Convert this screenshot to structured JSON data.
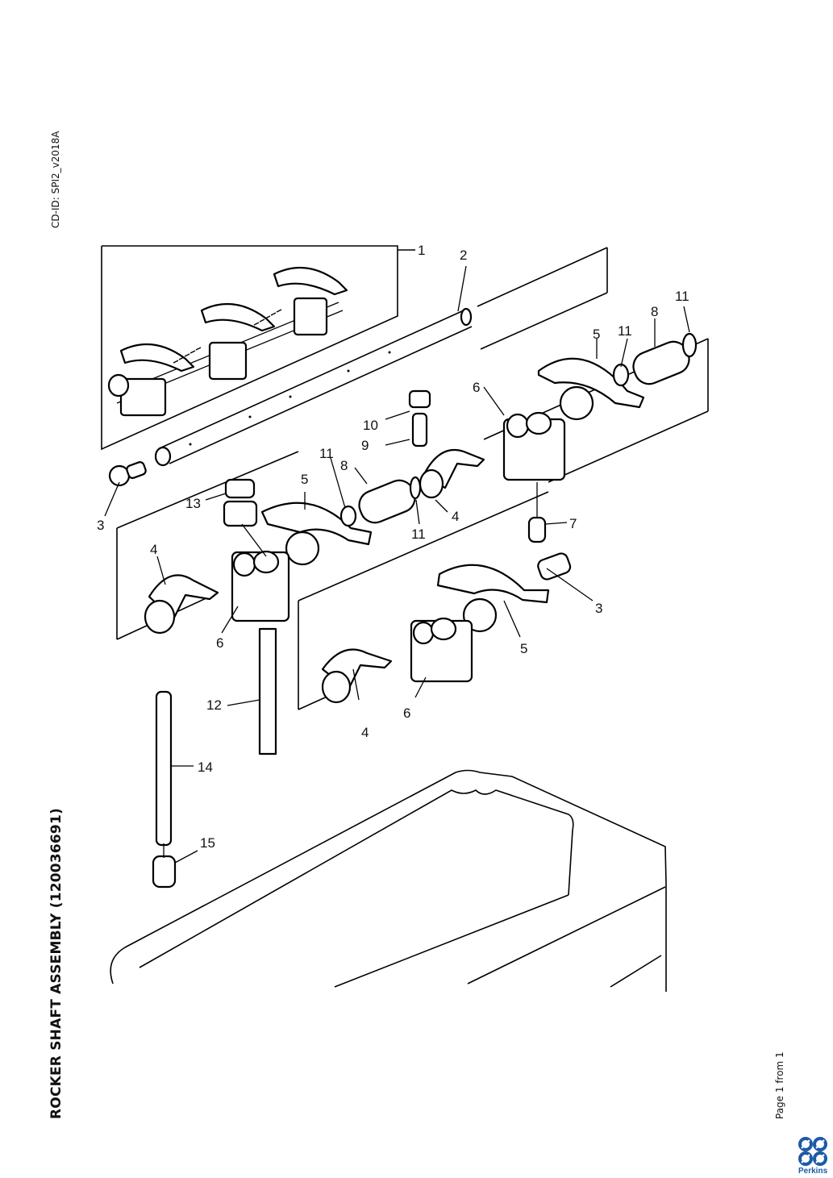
{
  "document": {
    "cd_id": "CD-ID: SPI2_v2018A",
    "title": "ROCKER SHAFT ASSEMBLY (120036691)",
    "page_info": "Page 1 from 1",
    "brand": "Perkins",
    "brand_color": "#1d5aa6"
  },
  "callouts": {
    "c1": "1",
    "c2": "2",
    "c3a": "3",
    "c3b": "3",
    "c4a": "4",
    "c4b": "4",
    "c4c": "4",
    "c5a": "5",
    "c5b": "5",
    "c5c": "5",
    "c6a": "6",
    "c6b": "6",
    "c6c": "6",
    "c7": "7",
    "c8a": "8",
    "c8b": "8",
    "c9": "9",
    "c10": "10",
    "c11a": "11",
    "c11b": "11",
    "c11c": "11",
    "c11d": "11",
    "c12": "12",
    "c13": "13",
    "c14": "14",
    "c15": "15"
  }
}
